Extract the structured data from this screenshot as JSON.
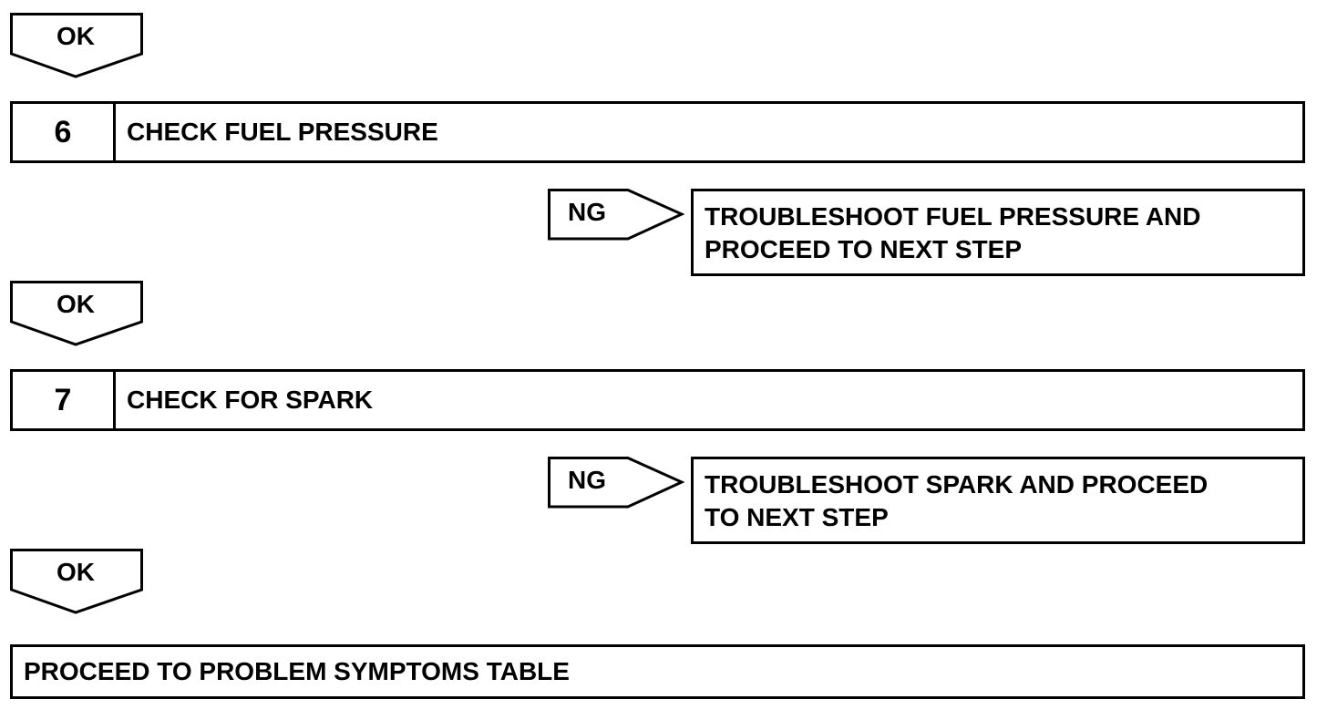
{
  "ok_label": "OK",
  "ng_label": "NG",
  "steps": [
    {
      "number": "6",
      "title": "CHECK FUEL PRESSURE",
      "ng_action_line1": "TROUBLESHOOT FUEL PRESSURE AND",
      "ng_action_line2": "PROCEED TO NEXT STEP"
    },
    {
      "number": "7",
      "title": "CHECK FOR SPARK",
      "ng_action_line1": "TROUBLESHOOT SPARK AND PROCEED",
      "ng_action_line2": "TO NEXT STEP"
    }
  ],
  "final": "PROCEED TO PROBLEM SYMPTOMS TABLE",
  "colors": {
    "stroke": "#000000",
    "background": "#ffffff"
  }
}
